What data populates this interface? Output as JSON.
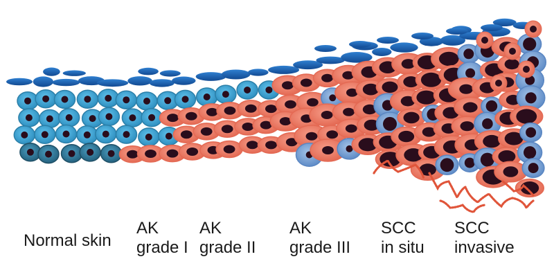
{
  "colors": {
    "normal_cell": "#3ea7d6",
    "normal_cell_dark": "#2b7fa8",
    "basal_cell": "#2f7a9c",
    "squame": "#1b5fae",
    "squame_dark": "#143f86",
    "atypical_cell": "#ee7f6a",
    "atypical_cell_light": "#f4a291",
    "mixed_cell": "#7fa7d8",
    "nucleus": "#2a0d1c",
    "invasion_strand": "#e0553a"
  },
  "stages": [
    {
      "id": "normal",
      "line1": "Normal skin",
      "line2": ""
    },
    {
      "id": "ak1",
      "line1": "AK",
      "line2": "grade I"
    },
    {
      "id": "ak2",
      "line1": "AK",
      "line2": "grade II"
    },
    {
      "id": "ak3",
      "line1": "AK",
      "line2": "grade III"
    },
    {
      "id": "scc_is",
      "line1": "SCC",
      "line2": "in situ"
    },
    {
      "id": "scc_inv",
      "line1": "SCC",
      "line2": "invasive"
    }
  ]
}
